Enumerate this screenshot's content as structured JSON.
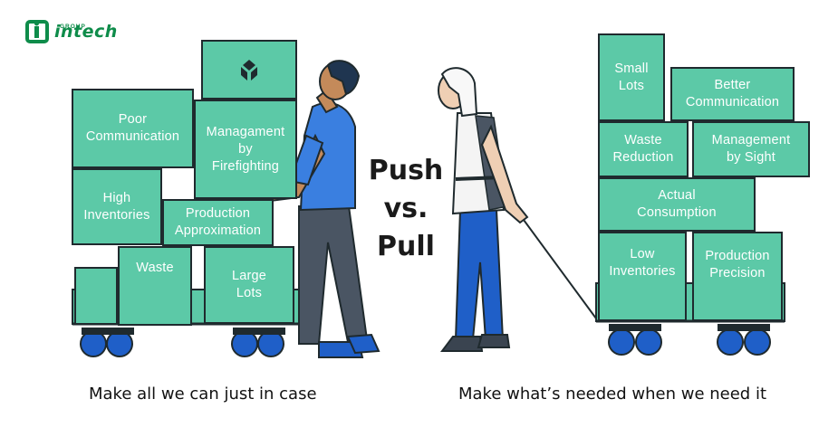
{
  "logo": {
    "brand": "intech",
    "sub": "GROUP"
  },
  "center_title": "Push\nvs.\nPull",
  "push": {
    "caption": "Make all we can just in case",
    "boxes": {
      "poor_communication": "Poor\nCommunication",
      "management_firefighting": "Managament\nby\nFirefighting",
      "high_inventories": "High\nInventories",
      "production_approximation": "Production\nApproximation",
      "waste": "Waste",
      "large_lots": "Large\nLots"
    }
  },
  "pull": {
    "caption": "Make what’s needed when we need it",
    "boxes": {
      "small_lots": "Small\nLots",
      "better_communication": "Better\nCommunication",
      "waste_reduction": "Waste\nReduction",
      "management_sight": "Management\nby Sight",
      "actual_consumption": "Actual\nConsumption",
      "low_inventories": "Low\nInventories",
      "production_precision": "Production\nPrecision"
    }
  },
  "colors": {
    "box": "#5cc9a7",
    "wheel": "#1f5fc8",
    "shirt": "#3a7fe0",
    "outline": "#1f2a2e",
    "brand": "#0e8c4a"
  }
}
